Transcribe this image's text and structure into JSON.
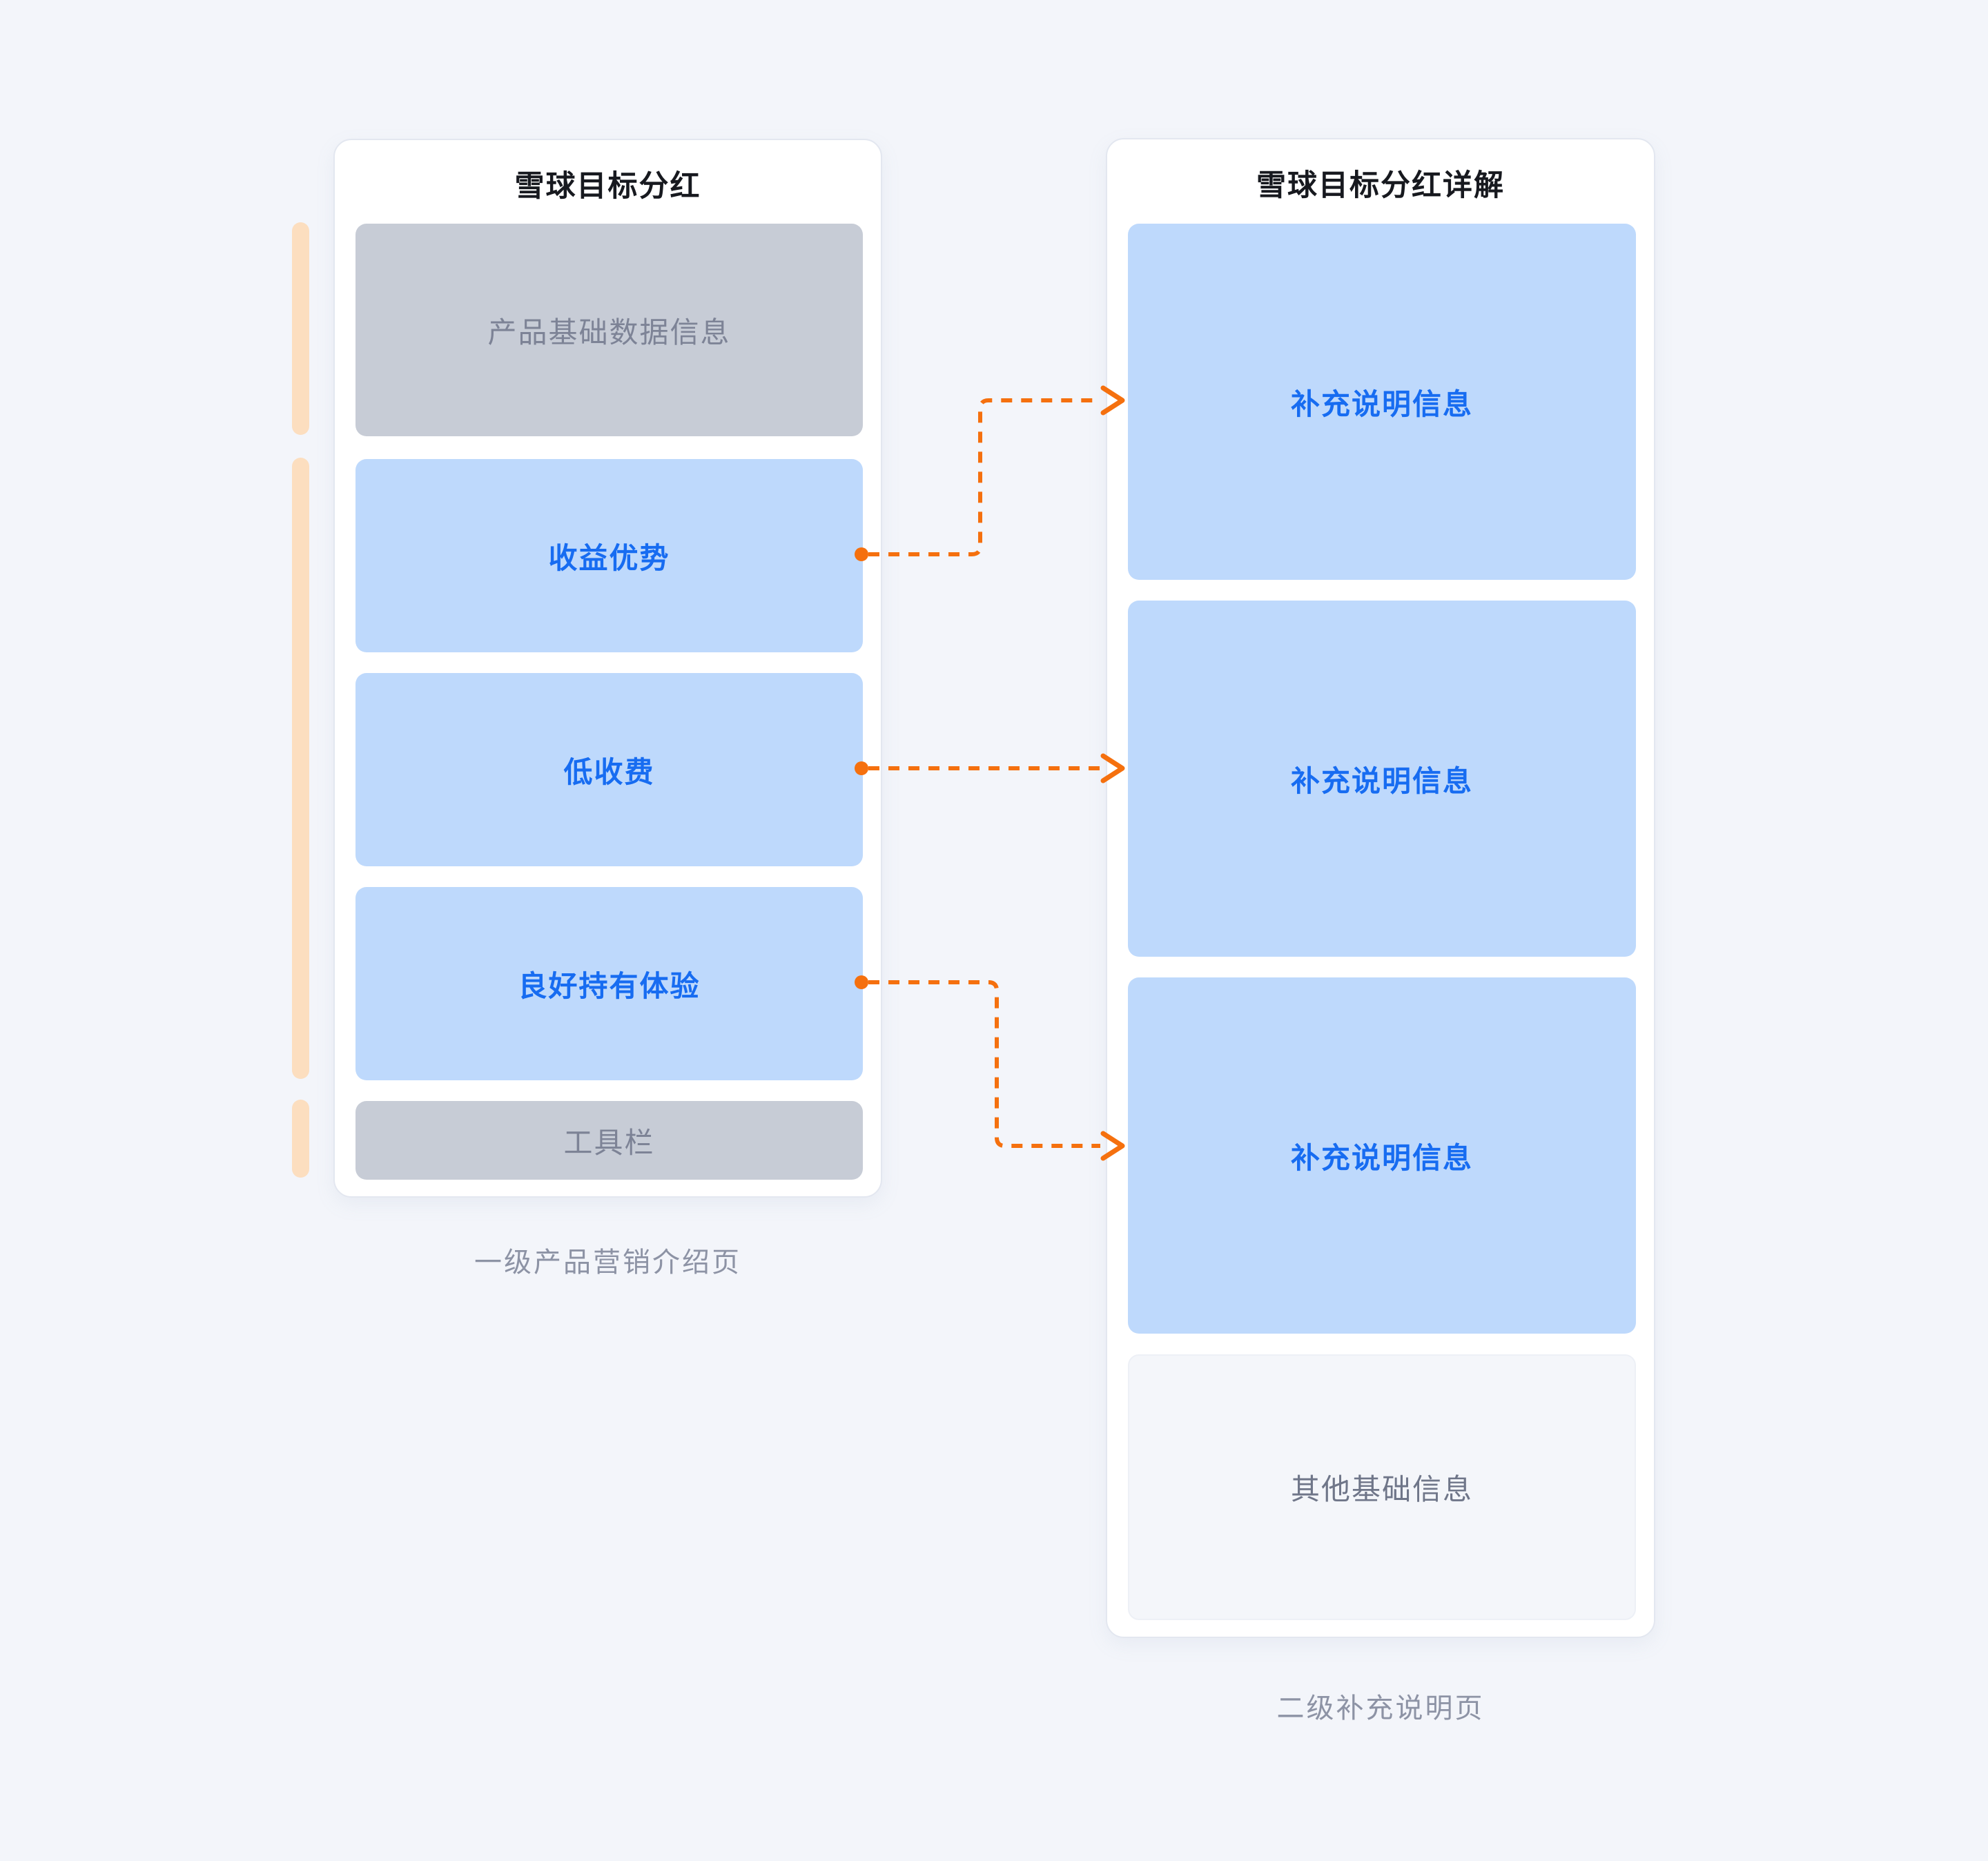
{
  "page": {
    "background": "#f3f5fa"
  },
  "left_panel": {
    "title": "雪球目标分红",
    "caption": "一级产品营销介绍页",
    "boxes": {
      "product_data": "产品基础数据信息",
      "benefit": "收益优势",
      "low_fee": "低收费",
      "experience": "良好持有体验",
      "toolbar": "工具栏"
    }
  },
  "right_panel": {
    "title": "雪球目标分红详解",
    "caption": "二级补充说明页",
    "boxes": {
      "note1": "补充说明信息",
      "note2": "补充说明信息",
      "note3": "补充说明信息",
      "other": "其他基础信息"
    }
  },
  "connections": [
    {
      "from": "收益优势",
      "to": "补充说明信息"
    },
    {
      "from": "低收费",
      "to": "补充说明信息"
    },
    {
      "from": "良好持有体验",
      "to": "补充说明信息"
    }
  ],
  "colors": {
    "accent_orange": "#f5700e",
    "highlight_bar": "#fcdebf",
    "box_blue_bg": "#bed9fc",
    "box_blue_text": "#176cf1",
    "box_gray_bg": "#c7ccd6",
    "box_gray_text": "#7d8396",
    "box_light_bg": "#f4f6fa",
    "box_light_text": "#6f7689",
    "caption_text": "#8d93a5",
    "title_text": "#17191f",
    "card_bg": "#ffffff",
    "card_border": "#e3e7f0"
  }
}
